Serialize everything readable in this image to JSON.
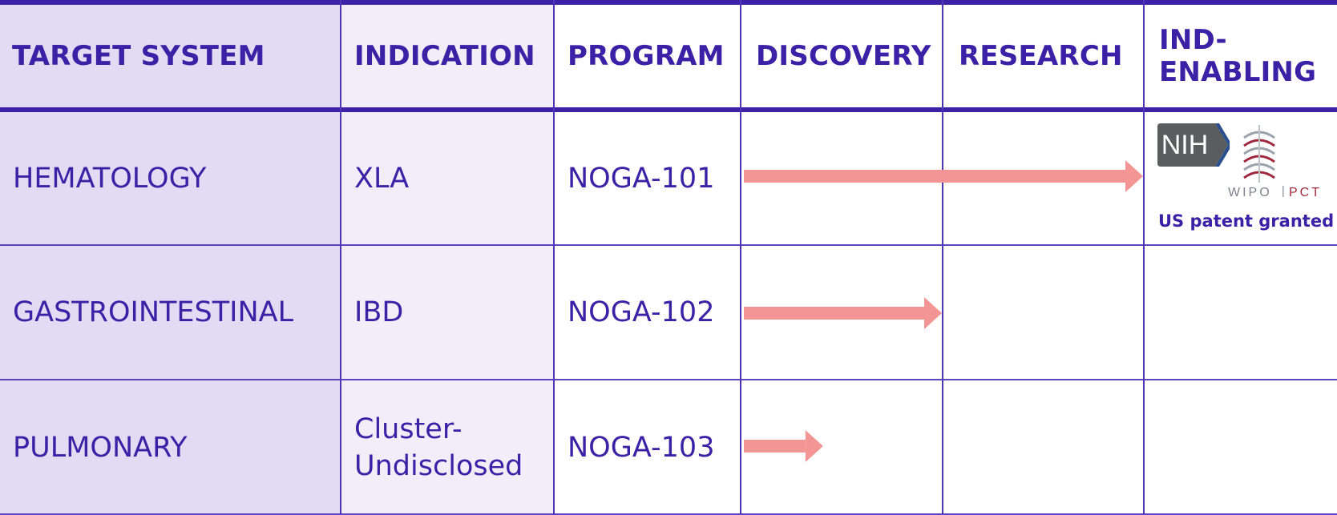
{
  "headers": [
    "TARGET SYSTEM",
    "INDICATION",
    "PROGRAM",
    "DISCOVERY",
    "RESEARCH",
    "IND-\nENABLING"
  ],
  "rows": [
    {
      "target": "HEMATOLOGY",
      "indication": "XLA",
      "program": "NOGA-101",
      "progress_stage": 2
    },
    {
      "target": "GASTROINTESTINAL",
      "indication": "IBD",
      "program": "NOGA-102",
      "progress_stage": 1
    },
    {
      "target": "PULMONARY",
      "indication": "Cluster-\nUndisclosed",
      "program": "NOGA-103",
      "progress_stage": 0.4
    }
  ],
  "badges": {
    "nih_label": "NIH",
    "wipo_label": "WIPO",
    "pct_label": "PCT",
    "patent_note": "US patent granted"
  },
  "colors": {
    "accent": "#3a21a6",
    "arrow": "#f29594",
    "col0_bg": "#e1dcf3",
    "col1_bg": "#f1eefa",
    "nih_bg": "#5b5c5e",
    "pct_red": "#a1283c"
  }
}
